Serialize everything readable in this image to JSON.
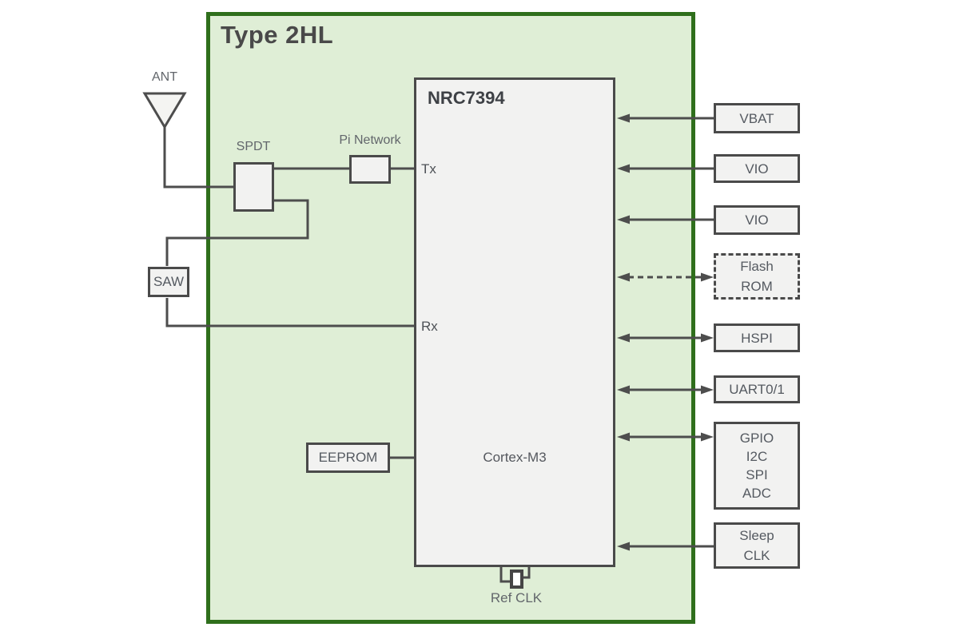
{
  "title": "Type 2HL",
  "chip": {
    "name": "NRC7394",
    "core": "Cortex-M3",
    "tx_pin": "Tx",
    "rx_pin": "Rx"
  },
  "rf_chain": {
    "antenna_label": "ANT",
    "spdt_label": "SPDT",
    "pi_network_label": "Pi Network",
    "saw_label": "SAW"
  },
  "eeprom_label": "EEPROM",
  "ref_clk_label": "Ref CLK",
  "interfaces": [
    {
      "name": "vbat",
      "lines": [
        "VBAT"
      ],
      "direction": "to-chip",
      "dashed": false
    },
    {
      "name": "vio-1",
      "lines": [
        "VIO"
      ],
      "direction": "to-chip",
      "dashed": false
    },
    {
      "name": "vio-2",
      "lines": [
        "VIO"
      ],
      "direction": "to-chip",
      "dashed": false
    },
    {
      "name": "flash-rom",
      "lines": [
        "Flash",
        "ROM"
      ],
      "direction": "bidirectional",
      "dashed": true
    },
    {
      "name": "hspi",
      "lines": [
        "HSPI"
      ],
      "direction": "bidirectional",
      "dashed": false
    },
    {
      "name": "uart0-1",
      "lines": [
        "UART0/1"
      ],
      "direction": "bidirectional",
      "dashed": false
    },
    {
      "name": "gpio-bus",
      "lines": [
        "GPIO",
        "I2C",
        "SPI",
        "ADC"
      ],
      "direction": "bidirectional",
      "dashed": false
    },
    {
      "name": "sleep-clk",
      "lines": [
        "Sleep",
        "CLK"
      ],
      "direction": "to-chip",
      "dashed": false
    }
  ],
  "colors": {
    "module_border": "#2f6f1c",
    "module_fill": "#dfeed6",
    "box_border": "#4a4a4a",
    "box_fill": "#f2f2f1",
    "wire": "#4d4d4d",
    "box_text": "#555a61",
    "label_text": "#62666b",
    "title_text": "#494949"
  }
}
